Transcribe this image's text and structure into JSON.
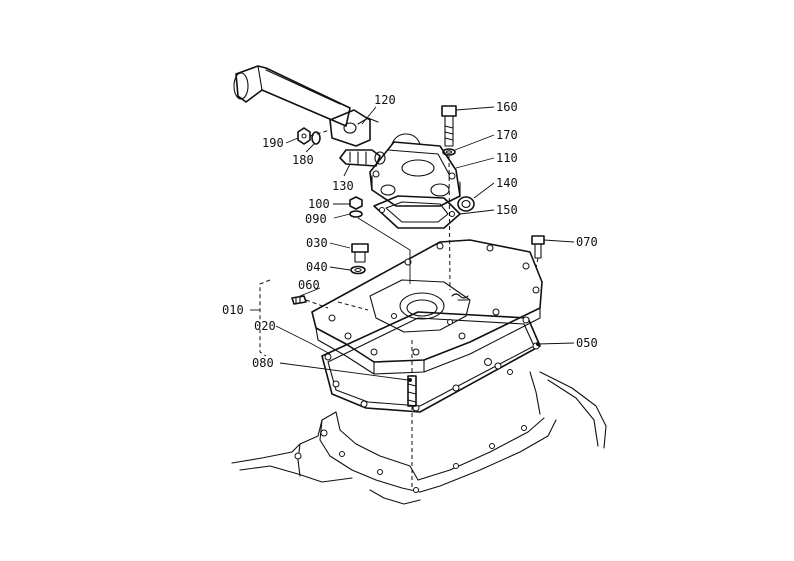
{
  "parts": [
    {
      "id": "p010",
      "number": "010"
    },
    {
      "id": "p020",
      "number": "020"
    },
    {
      "id": "p030",
      "number": "030"
    },
    {
      "id": "p040",
      "number": "040"
    },
    {
      "id": "p050",
      "number": "050"
    },
    {
      "id": "p060",
      "number": "060"
    },
    {
      "id": "p070",
      "number": "070"
    },
    {
      "id": "p080",
      "number": "080"
    },
    {
      "id": "p090",
      "number": "090"
    },
    {
      "id": "p100",
      "number": "100"
    },
    {
      "id": "p110",
      "number": "110"
    },
    {
      "id": "p120",
      "number": "120"
    },
    {
      "id": "p130",
      "number": "130"
    },
    {
      "id": "p140",
      "number": "140"
    },
    {
      "id": "p150",
      "number": "150"
    },
    {
      "id": "p160",
      "number": "160"
    },
    {
      "id": "p170",
      "number": "170"
    },
    {
      "id": "p180",
      "number": "180"
    },
    {
      "id": "p190",
      "number": "190"
    }
  ]
}
